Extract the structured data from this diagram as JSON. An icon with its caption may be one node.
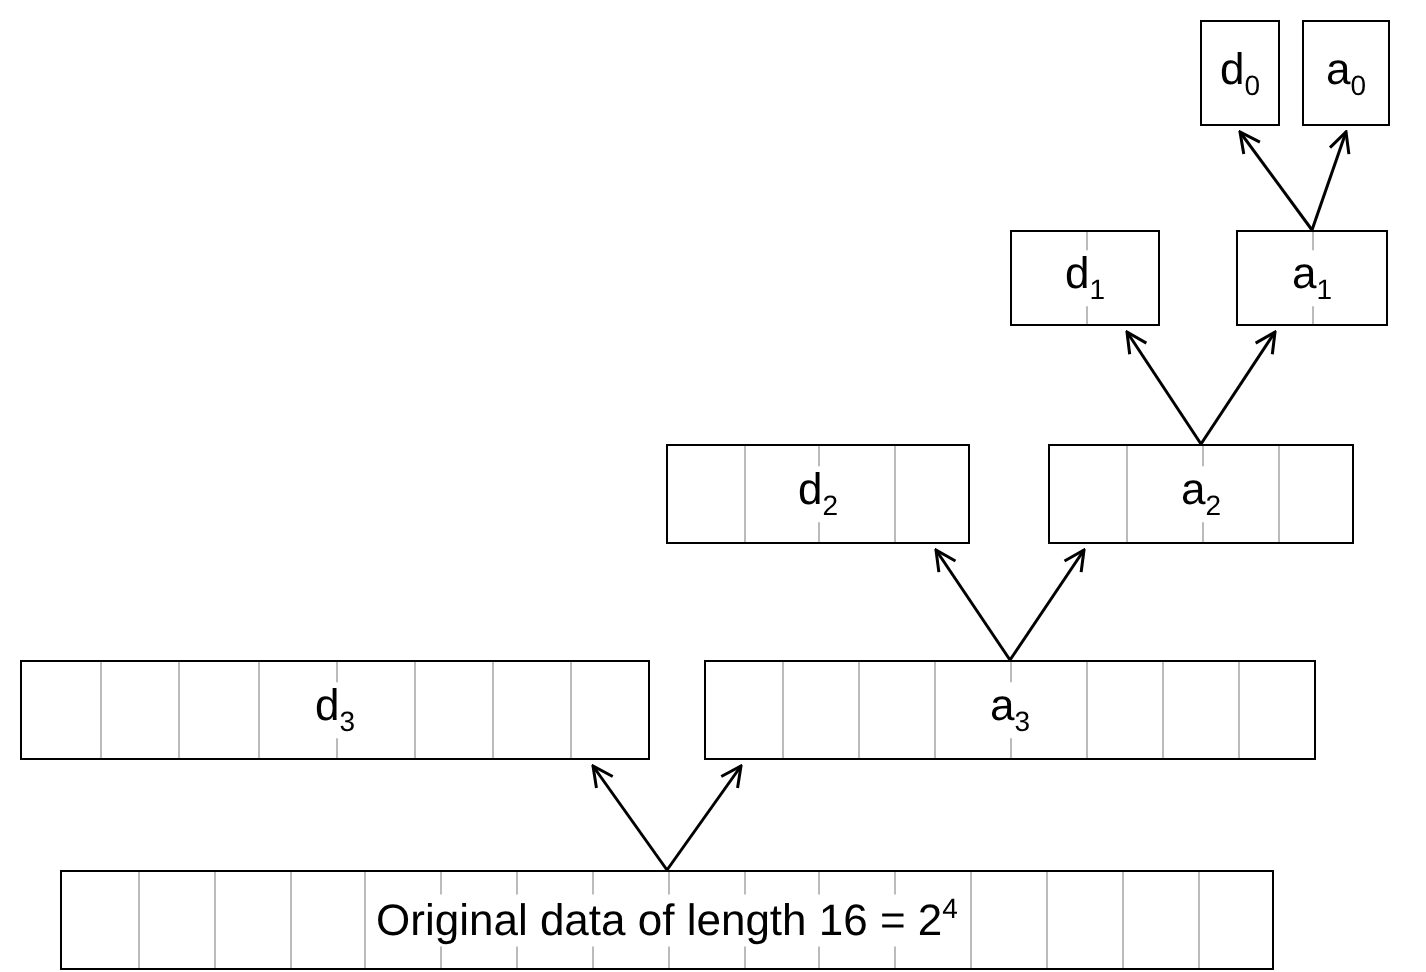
{
  "diagram": {
    "nodes": [
      {
        "text": [
          "d$_{0}$"
        ]
      },
      {
        "text": [
          "a$_{0}$"
        ]
      },
      {
        "text": [
          "d$_{1}$"
        ]
      },
      {
        "text": [
          "a$_{1}$"
        ]
      },
      {
        "text": [
          "d$_{2}$"
        ]
      },
      {
        "text": [
          "a$_{2}$"
        ]
      },
      {
        "text": [
          "d$_{3}$"
        ]
      },
      {
        "text": [
          "a$_{3}$"
        ]
      },
      {
        "text": [
          "Original data of length 16 = 2$^{4}$"
        ]
      }
    ],
    "edges": [
      {
        "from": 8,
        "to": 6,
        "arrow": "to"
      },
      {
        "from": 8,
        "to": 7,
        "arrow": "to"
      },
      {
        "from": 7,
        "to": 4,
        "arrow": "to"
      },
      {
        "from": 7,
        "to": 5,
        "arrow": "to"
      },
      {
        "from": 5,
        "to": 2,
        "arrow": "to"
      },
      {
        "from": 5,
        "to": 3,
        "arrow": "to"
      },
      {
        "from": 3,
        "to": 0,
        "arrow": "to"
      },
      {
        "from": 3,
        "to": 1,
        "arrow": "to"
      }
    ]
  }
}
